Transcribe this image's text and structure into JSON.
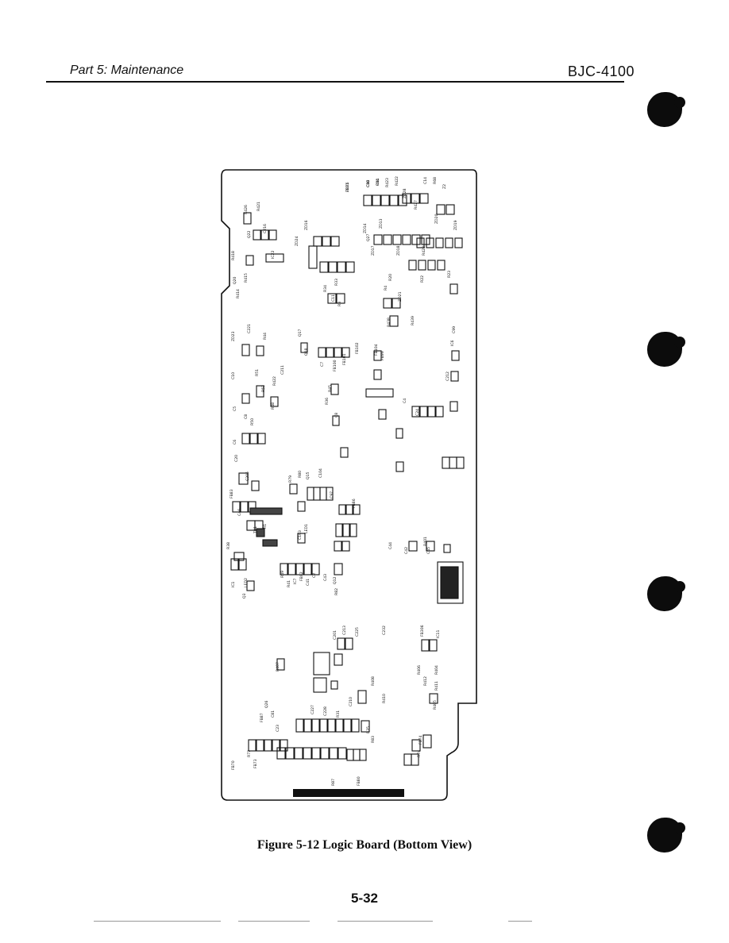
{
  "header": {
    "section": "Part 5: Maintenance",
    "model": "BJC-4100"
  },
  "figure": {
    "caption": "Figure 5-12 Logic Board (Bottom View)",
    "labels": [
      "ZD26",
      "C26",
      "R24",
      "R423",
      "R422",
      "C14",
      "R68",
      "Z2",
      "ZD28",
      "R427",
      "R426",
      "R421",
      "C216",
      "Q22",
      "R418",
      "Q20",
      "R414",
      "R415",
      "IC22",
      "ZD16",
      "ZD24",
      "ZD14",
      "ZD13",
      "ZD17",
      "ZD18",
      "ZD19",
      "ZD20",
      "Q27",
      "R20",
      "R428",
      "R22",
      "R23",
      "R33",
      "R34",
      "C11",
      "R3",
      "R4",
      "ZD21",
      "R438",
      "R439",
      "ZD23",
      "C221",
      "R44",
      "Q17",
      "Q18",
      "C7",
      "FB100",
      "FB101",
      "FB102",
      "FB104",
      "FB99",
      "C99",
      "IC6",
      "C212",
      "R422",
      "C211",
      "C10",
      "R51",
      "R52",
      "R48",
      "R45",
      "C8",
      "C4",
      "C24",
      "R36",
      "C5",
      "C8",
      "R50",
      "C6",
      "C20",
      "C205",
      "R79",
      "R80",
      "Q15",
      "C104",
      "C97",
      "FB86",
      "FB83",
      "C46",
      "TH1",
      "R1",
      "C103",
      "LED1",
      "R49",
      "R41",
      "IC7",
      "FB92",
      "C2",
      "C41",
      "C43",
      "C44",
      "C42",
      "C45",
      "IC1",
      "R38",
      "LED2",
      "Q3",
      "Q12",
      "R82",
      "R401",
      "R407",
      "C201",
      "C213",
      "C225",
      "C232",
      "FB306",
      "IC11",
      "R406",
      "R412",
      "R404",
      "R411",
      "R405",
      "R408",
      "R410",
      "C210",
      "Q26",
      "C81",
      "C23",
      "C227",
      "C228",
      "R31",
      "R35",
      "R83",
      "FB74",
      "R74",
      "R73",
      "FB73",
      "R87",
      "FB80",
      "FB87",
      "FB70",
      "FB71",
      "CN2",
      "CN1"
    ]
  },
  "page_number": "5-32",
  "colors": {
    "ink": "#111111",
    "hole": "#0c0c0c",
    "paper": "#ffffff"
  }
}
